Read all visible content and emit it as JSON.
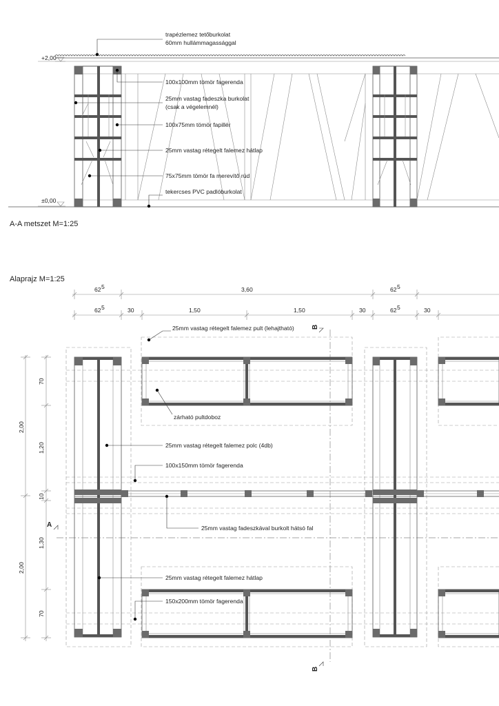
{
  "section": {
    "title": "A-A metszet M=1:25",
    "level_top": "+2,00",
    "level_bottom": "±0,00",
    "labels": {
      "roof_line1": "trapézlemez tetőburkolat",
      "roof_line2": "60mm hullámmagassággal",
      "beam_top": "100x100mm tömör fagerenda",
      "board_line1": "25mm vastag fadeszka burkolat",
      "board_line2": "(csak a végelemnél)",
      "column": "100x75mm tömör fapillér",
      "back_panel": "25mm vastag rétegelt falemez hátlap",
      "brace": "75x75mm tömör fa merevítő rúd",
      "floor": "tekercses PVC padlóburkolat"
    }
  },
  "plan": {
    "title": "Alaprajz M=1:25",
    "dims_top": {
      "d1": "62",
      "d1_sup": "5",
      "d2": "3,60",
      "d3": "62",
      "d3_sup": "5"
    },
    "dims_second": {
      "d1": "62",
      "d1_sup": "5",
      "d2": "30",
      "d3": "1,50",
      "d4": "1,50",
      "d5": "30",
      "d6": "62",
      "d6_sup": "5",
      "d7": "30"
    },
    "dims_left_outer": {
      "a": "2,00",
      "b": "2,00"
    },
    "dims_left_inner": {
      "a": "70",
      "b": "1,20",
      "c": "10",
      "d": "1,30",
      "e": "70"
    },
    "labels": {
      "counter": "25mm vastag rétegelt falemez pult (lehajtható)",
      "lockbox": "zárható pultdoboz",
      "shelf": "25mm vastag rétegelt falemez polc (4db)",
      "beam_plan": "100x150mm tömör fagerenda",
      "back_wall": "25mm vastag fadeszkával burkolt hátsó fal",
      "back_panel_plan": "25mm vastag rétegelt falemez hátlap",
      "beam_large": "150x200mm tömör fagerenda"
    },
    "section_marks": {
      "a": "A",
      "b_top": "B",
      "b_bottom": "B"
    }
  }
}
